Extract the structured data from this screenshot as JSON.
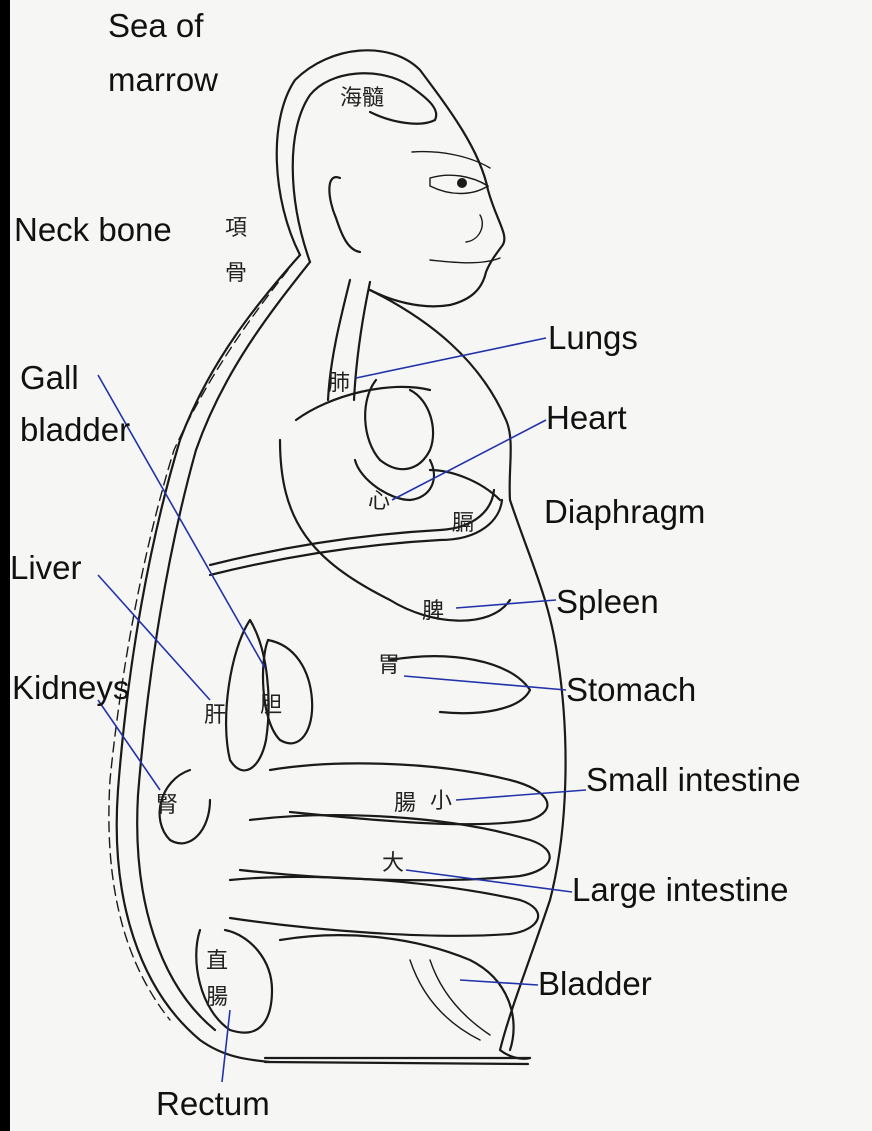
{
  "labels": {
    "sea_of_marrow_1": "Sea of",
    "sea_of_marrow_2": "marrow",
    "neck_bone": "Neck bone",
    "lungs": "Lungs",
    "gall_bladder_1": "Gall",
    "gall_bladder_2": "bladder",
    "heart": "Heart",
    "diaphragm": "Diaphragm",
    "liver": "Liver",
    "spleen": "Spleen",
    "kidneys": "Kidneys",
    "stomach": "Stomach",
    "small_intestine": "Small intestine",
    "large_intestine": "Large intestine",
    "bladder": "Bladder",
    "rectum": "Rectum"
  },
  "chinese": {
    "sea_of_marrow": "海髓",
    "neck_bone_1": "項",
    "neck_bone_2": "骨",
    "lungs": "肺",
    "heart": "心",
    "diaphragm": "膈",
    "spleen": "脾",
    "stomach": "胃",
    "liver": "肝",
    "gall_bladder": "胆",
    "kidneys": "腎",
    "small_intestine_1": "腸",
    "small_intestine_2": "小",
    "large_intestine": "大",
    "rectum_1": "直",
    "rectum_2": "腸"
  },
  "colors": {
    "background": "#f6f6f4",
    "border": "#000000",
    "leader_lines": "#2233aa",
    "ink": "#1a1a1a"
  }
}
